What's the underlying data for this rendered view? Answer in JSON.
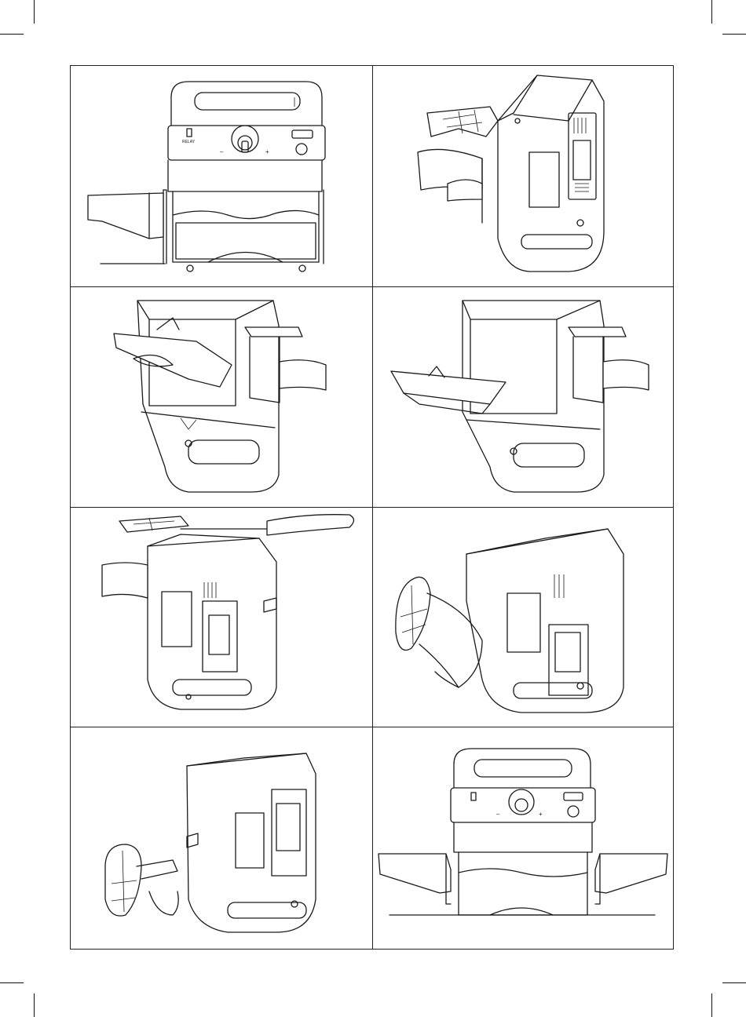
{
  "page": {
    "title": "",
    "panels": [
      {
        "id": 1,
        "view": "front",
        "caption": ""
      },
      {
        "id": 2,
        "view": "back-strap-open",
        "caption": ""
      },
      {
        "id": 3,
        "view": "cover-lifting",
        "caption": ""
      },
      {
        "id": 4,
        "view": "cover-removed",
        "caption": ""
      },
      {
        "id": 5,
        "view": "back-screwdriver",
        "caption": ""
      },
      {
        "id": 6,
        "view": "back-clip-rotating",
        "caption": ""
      },
      {
        "id": 7,
        "view": "back-clip-detached",
        "caption": ""
      },
      {
        "id": 8,
        "view": "front-both-clips",
        "caption": ""
      }
    ]
  },
  "device": {
    "panel_label_small": "RELAY",
    "dial_left_symbol": "–",
    "dial_right_symbol": "+"
  },
  "icons": {
    "device": "printer-unit-icon",
    "strap": "belt-clip-strap-icon",
    "tool": "screwdriver-icon"
  }
}
